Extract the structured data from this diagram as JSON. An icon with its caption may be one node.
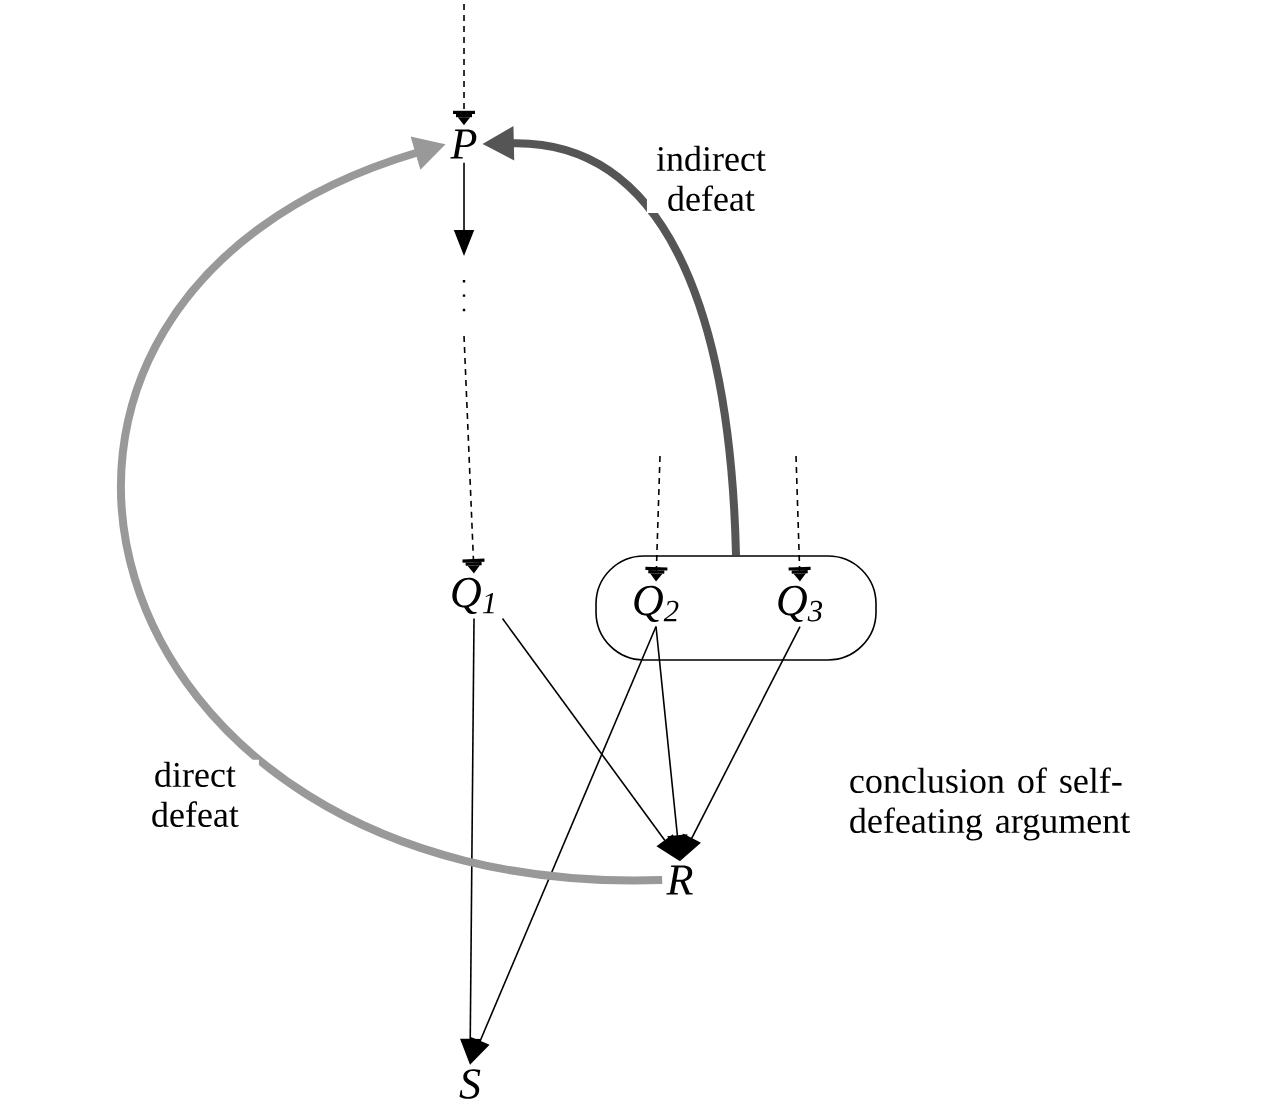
{
  "diagram": {
    "nodes": [
      {
        "text": [
          "P"
        ]
      },
      {
        "text": [
          "Q$_{1}$"
        ]
      },
      {
        "text": [],
        "shape": "box"
      },
      {
        "text": [
          "Q$_{2}$"
        ],
        "in": 2
      },
      {
        "text": [
          "Q$_{3}$"
        ],
        "in": 2
      },
      {
        "text": [
          "R"
        ]
      },
      {
        "text": [
          "S"
        ]
      }
    ],
    "edges": [
      {
        "from": null,
        "to": 0,
        "arrow": "to",
        "style": "dashed"
      },
      {
        "from": 0,
        "to": null,
        "arrow": "to"
      },
      {
        "from": null,
        "to": 1,
        "arrow": "to",
        "style": "dashed"
      },
      {
        "from": null,
        "to": 3,
        "arrow": "to",
        "style": "dashed"
      },
      {
        "from": null,
        "to": 4,
        "arrow": "to",
        "style": "dashed"
      },
      {
        "from": 1,
        "to": 6,
        "arrow": "to"
      },
      {
        "from": 3,
        "to": 6,
        "arrow": "to"
      },
      {
        "from": 1,
        "to": 5,
        "arrow": "to"
      },
      {
        "from": 3,
        "to": 5,
        "arrow": "to"
      },
      {
        "from": 4,
        "to": 5,
        "arrow": "to"
      },
      {
        "from": 5,
        "to": 0,
        "arrow": "to",
        "style": "thick",
        "color": "#999999",
        "label": "direct defeat"
      },
      {
        "from": 2,
        "to": 0,
        "arrow": "to",
        "style": "thick",
        "color": "#555555",
        "label": "indirect defeat"
      }
    ],
    "labels": [
      "conclusion of self-defeating argument"
    ]
  }
}
